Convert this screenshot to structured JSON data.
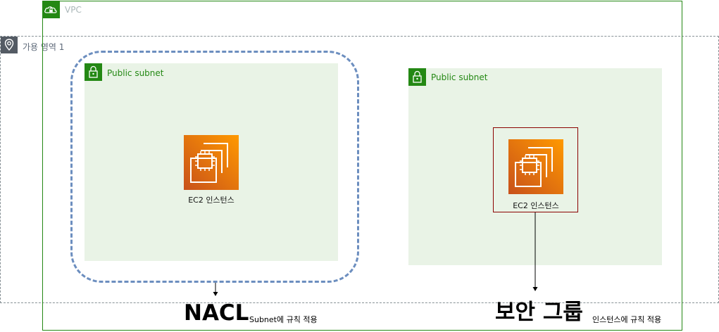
{
  "vpc": {
    "label": "VPC"
  },
  "availability_zone": {
    "label": "가용 영역 1"
  },
  "subnets": [
    {
      "label": "Public subnet"
    },
    {
      "label": "Public subnet"
    }
  ],
  "instances": [
    {
      "label": "EC2 인스턴스"
    },
    {
      "label": "EC2 인스턴스"
    }
  ],
  "annotations": {
    "nacl_title": "NACL",
    "nacl_note": "Subnet에 규칙 적용",
    "sg_title": "보안 그룹",
    "sg_note": "인스턴스에 규칙 적용"
  },
  "colors": {
    "vpc_border": "#248814",
    "subnet_fill": "#e9f3e6",
    "nacl_dash": "#6c8ebf",
    "security_group_border": "#8b0000",
    "ec2_orange": "#ed7100"
  },
  "icons": {
    "vpc": "cloud-lock-icon",
    "availability_zone": "location-pin-icon",
    "subnet": "padlock-icon",
    "instance": "cpu-chip-icon"
  }
}
